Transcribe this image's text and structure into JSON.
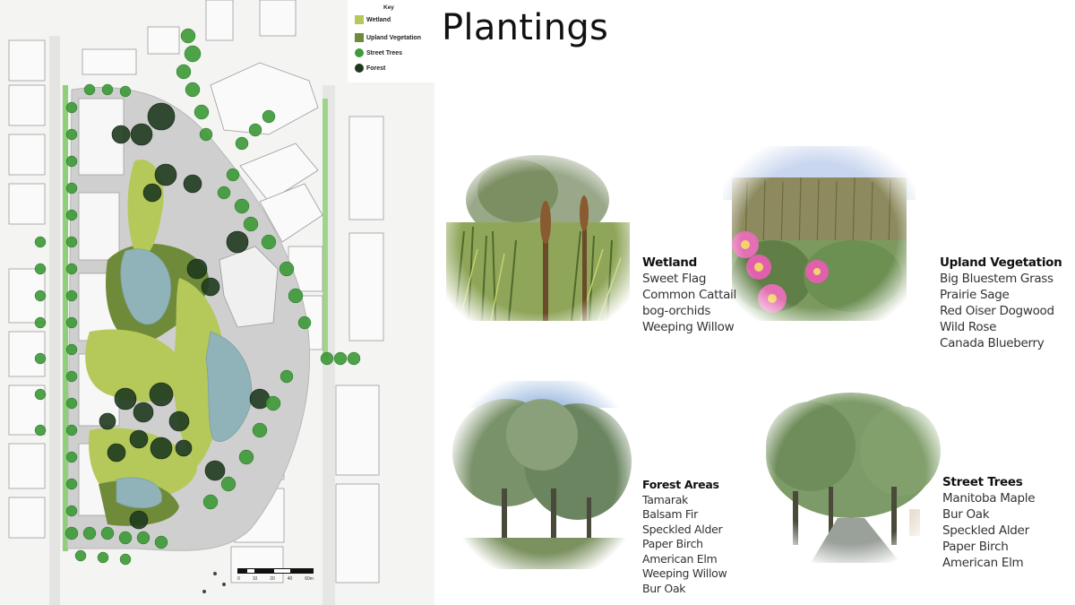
{
  "title": "Plantings",
  "key": {
    "title": "Key",
    "items": [
      {
        "label": "Wetland",
        "color": "#b5c85a",
        "shape": "square"
      },
      {
        "label": "Upland Vegetation",
        "color": "#6f8a38",
        "shape": "square"
      },
      {
        "label": "Street Trees",
        "color": "#3f9a3a",
        "shape": "circle"
      },
      {
        "label": "Forest",
        "color": "#1e3a1e",
        "shape": "circle"
      }
    ]
  },
  "scale": {
    "labels": [
      "0",
      "10",
      "20",
      "40",
      "60m"
    ]
  },
  "plantings": [
    {
      "category": "Wetland",
      "species": [
        "Sweet Flag",
        "Common Cattail",
        "bog-orchids",
        "Weeping Willow"
      ]
    },
    {
      "category": "Upland Vegetation",
      "species": [
        "Big Bluestem Grass",
        "Prairie Sage",
        "Red Oiser Dogwood",
        "Wild Rose",
        "Canada Blueberry"
      ]
    },
    {
      "category": "Forest Areas",
      "species": [
        "Tamarak",
        "Balsam Fir",
        "Speckled Alder",
        "Paper Birch",
        "American Elm",
        "Weeping Willow",
        "Bur Oak"
      ]
    },
    {
      "category": "Street Trees",
      "species": [
        "Manitoba Maple",
        "Bur Oak",
        "Speckled Alder",
        "Paper Birch",
        "American Elm"
      ]
    }
  ],
  "colors": {
    "wetland": "#b5c85a",
    "upland": "#6f8a38",
    "street_trees": "#3f9a3a",
    "forest": "#1e3a1e",
    "water": "#8fb3b8",
    "paving": "#c9c9c9"
  }
}
